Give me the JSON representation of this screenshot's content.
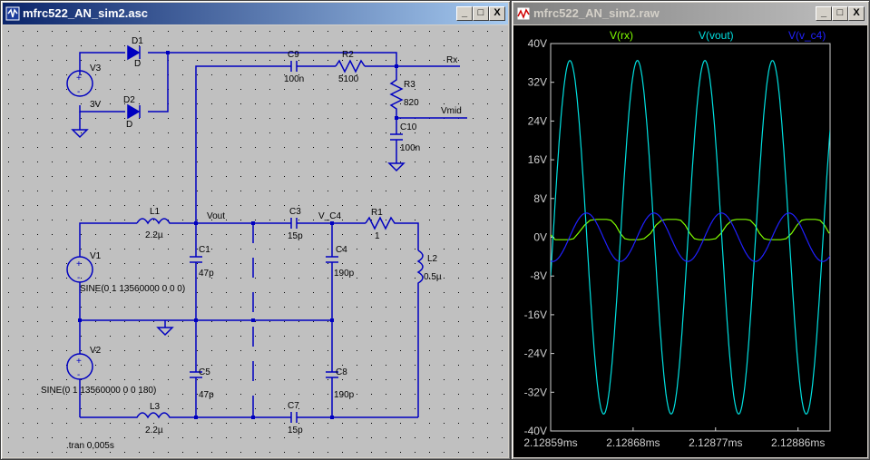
{
  "schematic_window": {
    "title": "mfrc522_AN_sim2.asc",
    "buttons": {
      "minimize": "_",
      "maximize": "□",
      "close": "X"
    },
    "components": {
      "D1": {
        "name": "D1",
        "value": "D"
      },
      "D2": {
        "name": "D2",
        "value": "D"
      },
      "V3": {
        "name": "V3",
        "value": "3V"
      },
      "C9": {
        "name": "C9",
        "value": "100n"
      },
      "R2": {
        "name": "R2",
        "value": "5100"
      },
      "R3": {
        "name": "R3",
        "value": "820"
      },
      "C10": {
        "name": "C10",
        "value": "100n"
      },
      "L1": {
        "name": "L1",
        "value": "2.2µ"
      },
      "C3": {
        "name": "C3",
        "value": "15p"
      },
      "R1": {
        "name": "R1",
        "value": "1"
      },
      "L2": {
        "name": "L2",
        "value": "0.5µ"
      },
      "C1": {
        "name": "C1",
        "value": "47p"
      },
      "C4": {
        "name": "C4",
        "value": "190p"
      },
      "V1": {
        "name": "V1",
        "value": "SINE(0 1 13560000 0 0 0)"
      },
      "V2": {
        "name": "V2",
        "value": "SINE(0 1 13560000 0 0 180)"
      },
      "C5": {
        "name": "C5",
        "value": "47p"
      },
      "C8": {
        "name": "C8",
        "value": "190p"
      },
      "L3": {
        "name": "L3",
        "value": "2.2µ"
      },
      "C7": {
        "name": "C7",
        "value": "15p"
      }
    },
    "net_labels": {
      "rx": "Rx",
      "vmid": "Vmid",
      "vout": "Vout",
      "vc4": "V_C4"
    },
    "directive": ".tran 0,005s"
  },
  "plot_window": {
    "title": "mfrc522_AN_sim2.raw",
    "buttons": {
      "minimize": "_",
      "maximize": "□",
      "close": "X"
    },
    "colors": {
      "rx": "#80ff00",
      "vout": "#00e0e0",
      "vc4": "#2020ff",
      "axis": "#cfcfcf",
      "background": "#000000"
    },
    "chart_data": {
      "type": "line",
      "legend": [
        "V(rx)",
        "V(vout)",
        "V(v_c4)"
      ],
      "ylim": [
        -40,
        40
      ],
      "y_ticks": [
        "40V",
        "32V",
        "24V",
        "16V",
        "8V",
        "0V",
        "-8V",
        "-16V",
        "-24V",
        "-32V",
        "-40V"
      ],
      "x_ticks": [
        "2.12859ms",
        "2.12868ms",
        "2.12877ms",
        "2.12886ms"
      ],
      "xlim_ms": [
        2.12859,
        2.128895
      ],
      "series": [
        {
          "name": "V(rx)",
          "x_ms": [
            2.12859,
            2.128595,
            2.1286,
            2.128605,
            2.12861,
            2.128615,
            2.12862,
            2.128627,
            2.128633,
            2.12864,
            2.128646,
            2.128651,
            2.128656,
            2.128661,
            2.128666,
            2.128671,
            2.128676,
            2.128681,
            2.128686,
            2.128692,
            2.128699,
            2.128705,
            2.128711,
            2.128717,
            2.128722,
            2.128727,
            2.128732,
            2.128737,
            2.128742,
            2.128747,
            2.128752,
            2.128757,
            2.128763,
            2.12877,
            2.128776,
            2.128782,
            2.128788,
            2.128793,
            2.128798,
            2.128803,
            2.128808,
            2.128813,
            2.128818,
            2.128823,
            2.128828,
            2.128834,
            2.128841,
            2.128847,
            2.128853,
            2.128859,
            2.128864,
            2.128869,
            2.128874,
            2.128879,
            2.128884,
            2.128889,
            2.128894
          ],
          "y": [
            0.5,
            -0.5,
            -0.5,
            -0.5,
            -0.5,
            -0.3,
            0.8,
            2.5,
            3.5,
            3.7,
            3.7,
            3.7,
            3.5,
            2.5,
            0.8,
            -0.3,
            -0.5,
            -0.5,
            -0.5,
            -0.3,
            0.8,
            2.5,
            3.5,
            3.7,
            3.7,
            3.7,
            3.5,
            2.5,
            0.8,
            -0.3,
            -0.5,
            -0.5,
            -0.5,
            -0.3,
            0.8,
            2.5,
            3.5,
            3.7,
            3.7,
            3.7,
            3.5,
            2.5,
            0.8,
            -0.3,
            -0.5,
            -0.5,
            -0.5,
            -0.3,
            0.8,
            2.5,
            3.5,
            3.7,
            3.7,
            3.7,
            3.5,
            2.5,
            0.8
          ]
        },
        {
          "name": "V(vout)",
          "amplitude_v": 36.5,
          "offset_v": 0,
          "period_ms": 7.37e-05,
          "peak_at_ms": 2.128611
        },
        {
          "name": "V(v_c4)",
          "amplitude_v": 5,
          "offset_v": 0,
          "period_ms": 7.37e-05,
          "peak_at_ms": 2.128629
        }
      ]
    }
  }
}
